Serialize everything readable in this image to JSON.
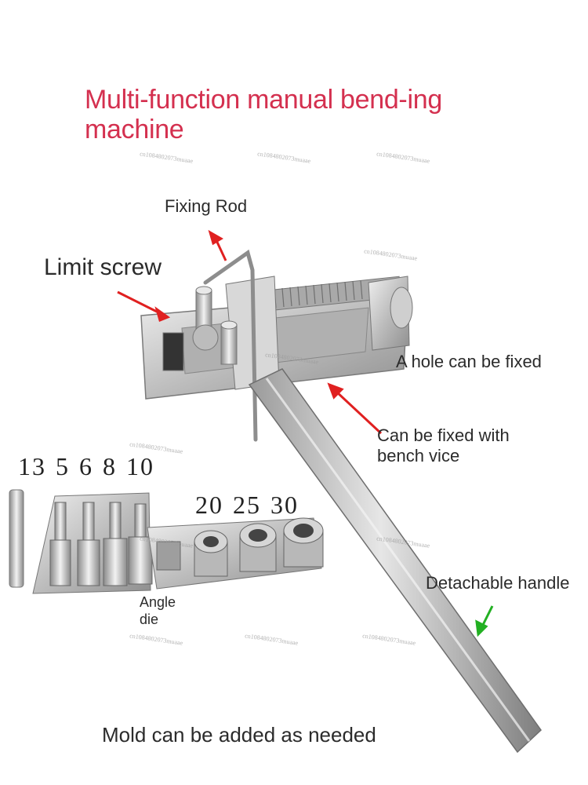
{
  "title": "Multi-function manual bend-ing machine",
  "labels": {
    "fixing_rod": "Fixing Rod",
    "limit_screw": "Limit screw",
    "hole": "A hole can be fixed",
    "bench_vice_line1": "Can be fixed with",
    "bench_vice_line2": "bench vice",
    "handle": "Detachable handle",
    "angle_line1": "Angle",
    "angle_line2": "die",
    "mold": "Mold can be added as needed"
  },
  "die_sizes_small": [
    "13",
    "5",
    "6",
    "8",
    "10"
  ],
  "die_sizes_large": [
    "20",
    "25",
    "30"
  ],
  "watermark": "cn1084802073muaae",
  "colors": {
    "title": "#d4304f",
    "arrow_red": "#e02020",
    "arrow_green": "#22b022",
    "metal": "#c8c8c8"
  }
}
